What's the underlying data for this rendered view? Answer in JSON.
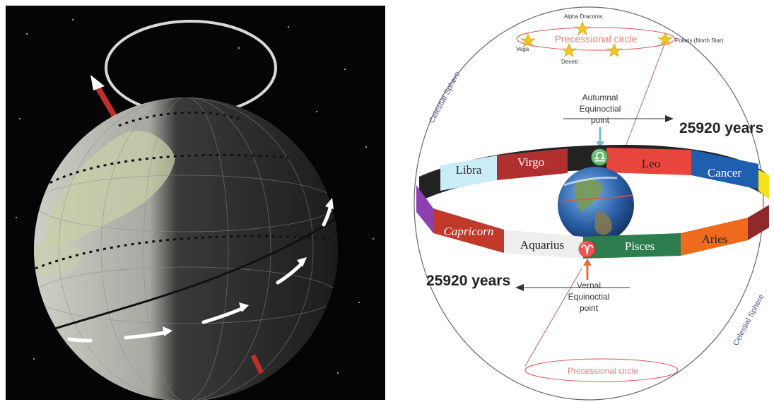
{
  "colors": {
    "space": "#050505",
    "axis": "#c0302a",
    "sphere_outline": "#555555",
    "precession_text": "#d9534f",
    "star": "#f5c518"
  },
  "right": {
    "stars": {
      "top": "Alpha Draconis",
      "right": "Polaris (North Star)",
      "left": "Vega",
      "bottom": "Deneb"
    },
    "precessional_circle_top": "Precessional circle",
    "precessional_circle_bottom": "Precessional circle",
    "celestial_sphere_left": "Celestial Sphere",
    "celestial_sphere_right": "Celestial Sphere",
    "autumnal": [
      "Autumnal",
      "Equinoctial",
      "point"
    ],
    "vernal": [
      "Vernal",
      "Equinoctial",
      "point"
    ],
    "years_right": "25920 years",
    "years_left": "25920 years",
    "libra_symbol": "♎",
    "aries_symbol": "♈",
    "zodiac_back": [
      {
        "name": "Libra",
        "color": "#c9ecf7",
        "text": "#333333"
      },
      {
        "name": "Virgo",
        "color": "#b03030",
        "text": "#ffffff"
      },
      {
        "name": "Leo",
        "color": "#e8453c",
        "text": "#222222"
      },
      {
        "name": "Cancer",
        "color": "#1f5fb0",
        "text": "#ffffff"
      }
    ],
    "zodiac_front": [
      {
        "name": "Capricorn",
        "color": "#c0392b",
        "text": "#ffffff"
      },
      {
        "name": "Aquarius",
        "color": "#eeeeee",
        "text": "#222222"
      },
      {
        "name": "Pisces",
        "color": "#2e7d4f",
        "text": "#ffffff"
      },
      {
        "name": "Aries",
        "color": "#ef6a1c",
        "text": "#222222"
      }
    ]
  }
}
